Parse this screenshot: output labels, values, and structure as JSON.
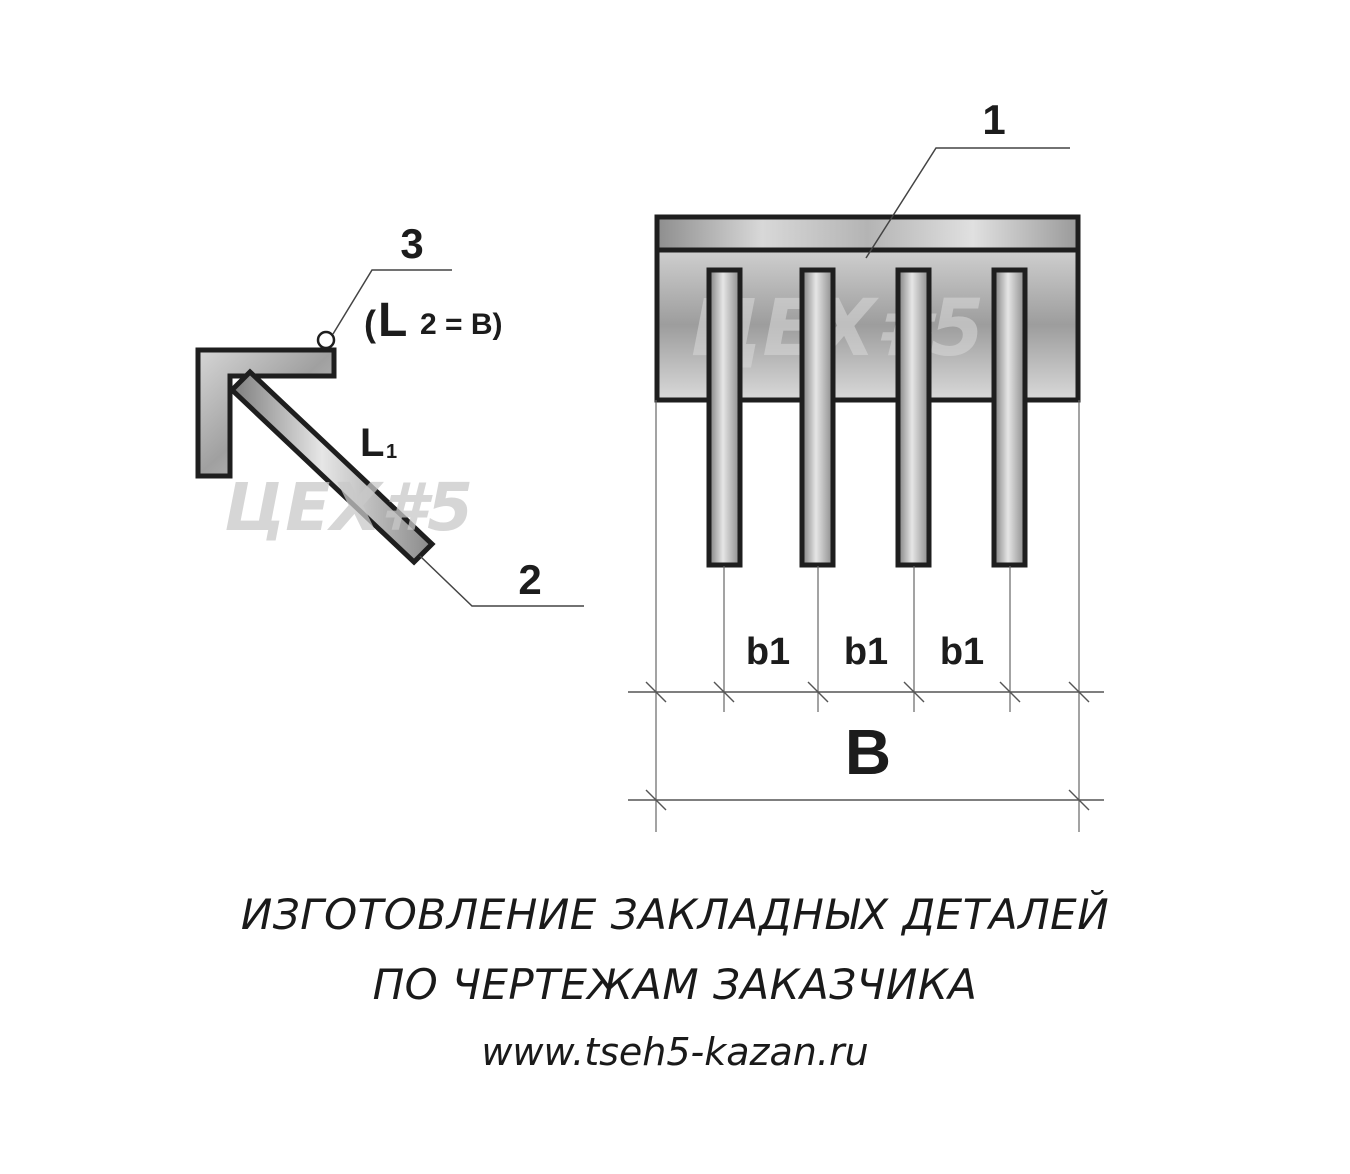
{
  "labels": {
    "callout_1": "1",
    "callout_2": "2",
    "callout_3": "3",
    "l2_open": "(",
    "l2_glyph": "L",
    "l2_rest": "2 = B)",
    "l1_glyph": "L",
    "l1_sub": "1",
    "b1_a": "b1",
    "b1_b": "b1",
    "b1_c": "b1",
    "B": "B"
  },
  "caption": {
    "line1": "ИЗГОТОВЛЕНИЕ ЗАКЛАДНЫХ ДЕТАЛЕЙ",
    "line2": "ПО ЧЕРТЕЖАМ ЗАКАЗЧИКА",
    "url": "www.tseh5-kazan.ru"
  },
  "watermark": {
    "text": "ЦЕХ#5"
  },
  "colors": {
    "outline": "#1e1e1e",
    "steel_light": "#e4e4e4",
    "steel_mid": "#bdbdbd",
    "steel_dark": "#8f8f8f",
    "dim_line": "#555555",
    "watermark": "#c8c8c8"
  }
}
